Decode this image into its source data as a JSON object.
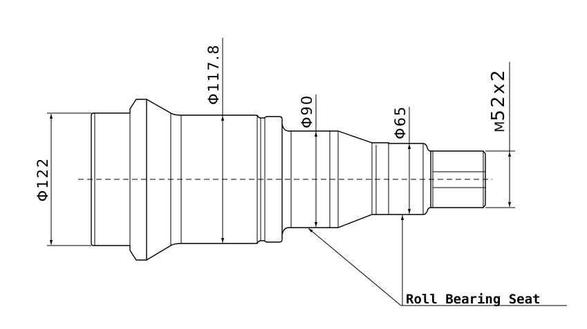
{
  "drawing": {
    "dimensions": {
      "d122": "Φ122",
      "d117_8": "Φ117.8",
      "d90": "Φ90",
      "d65": "Φ65",
      "thread_prefix": "M",
      "thread": "52x2"
    },
    "callout": "Roll Bearing Seat",
    "colors": {
      "line": "#000000",
      "background": "#ffffff"
    }
  }
}
